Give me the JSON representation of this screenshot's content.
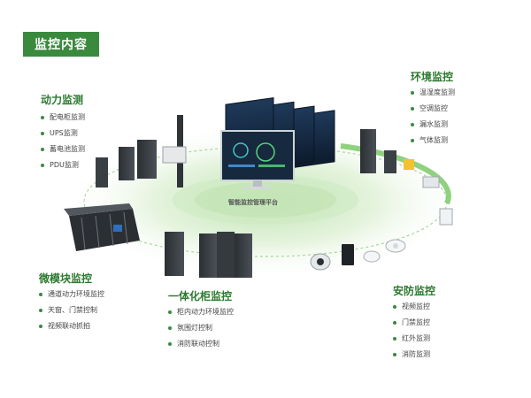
{
  "header": {
    "title": "监控内容"
  },
  "center": {
    "label": "智能监控管理平台"
  },
  "sections": {
    "power": {
      "title": "动力监测",
      "items": [
        "配电柜监测",
        "UPS监测",
        "蓄电池监测",
        "PDU监测"
      ]
    },
    "env": {
      "title": "环境监控",
      "items": [
        "温湿度监测",
        "空调监控",
        "漏水监测",
        "气体监测"
      ]
    },
    "micro": {
      "title": "微模块监控",
      "items": [
        "通道动力环境监控",
        "天窗、门禁控制",
        "视频联动抓拍"
      ]
    },
    "cabinet": {
      "title": "一体化柜监控",
      "items": [
        "柜内动力环境监控",
        "氛围灯控制",
        "消防联动控制"
      ]
    },
    "security": {
      "title": "安防监控",
      "items": [
        "视频监控",
        "门禁监控",
        "红外监测",
        "消防监测"
      ]
    }
  },
  "colors": {
    "brand_green": "#3a8a3e",
    "title_green": "#2c7a2f",
    "ring_green": "#7cc96a"
  }
}
